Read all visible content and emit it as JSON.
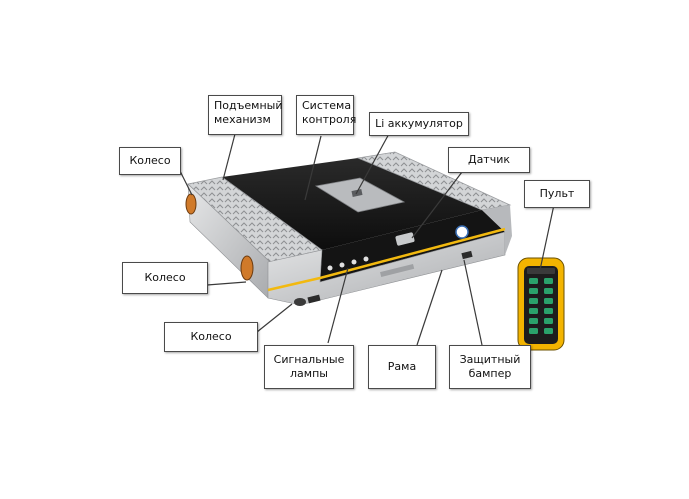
{
  "labels": {
    "wheel_top": "Колесо",
    "wheel_mid": "Колесо",
    "wheel_bottom": "Колесо",
    "lift_mechanism": "Подъемный механизм",
    "control_system": "Система контроля",
    "battery": "Li аккумулятор",
    "sensor": "Датчик",
    "remote": "Пульт",
    "signal_lamps": "Сигнальные лампы",
    "frame": "Рама",
    "bumper": "Защитный бампер"
  },
  "colors": {
    "body_black": "#1b1b1b",
    "body_silver": "#c9cbcd",
    "accent_yellow": "#f2b90f",
    "wheel_orange": "#d07a2a",
    "remote_yellow": "#f3b400",
    "remote_key_green": "#2aa36b"
  }
}
